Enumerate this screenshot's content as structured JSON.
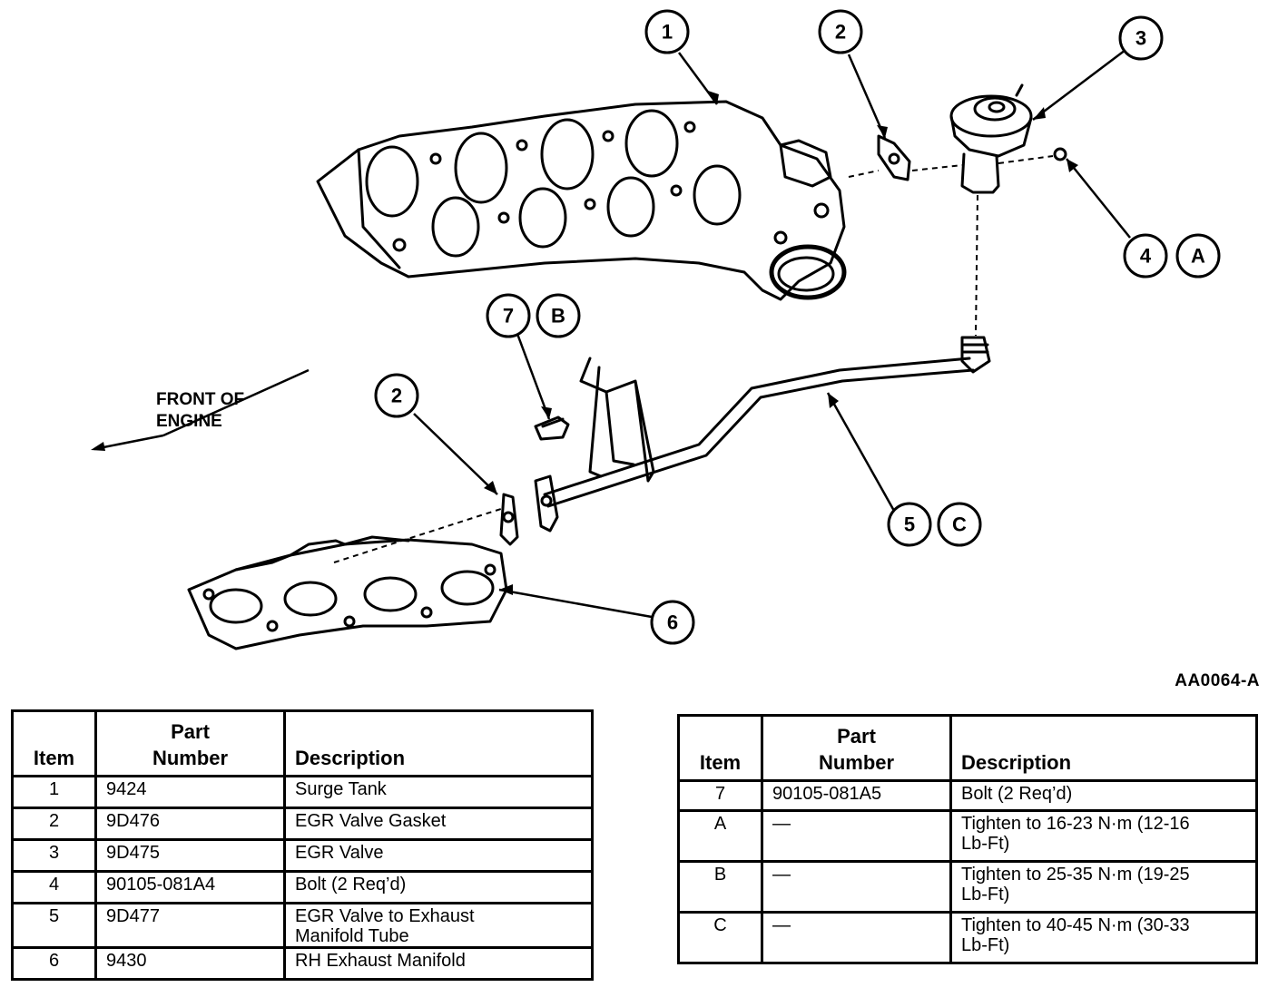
{
  "diagram": {
    "figure_code": "AA0064-A",
    "front_label_line1": "FRONT OF",
    "front_label_line2": "ENGINE",
    "callouts": {
      "c1": "1",
      "c2_top": "2",
      "c3": "3",
      "c4": "4",
      "cA": "A",
      "c7": "7",
      "cB": "B",
      "c2_bottom": "2",
      "c5": "5",
      "cC": "C",
      "c6": "6"
    }
  },
  "tables": {
    "headers": {
      "item": "Item",
      "part_number_l1": "Part",
      "part_number_l2": "Number",
      "description": "Description"
    },
    "left_rows": [
      {
        "item": "1",
        "part": "9424",
        "desc": "Surge Tank"
      },
      {
        "item": "2",
        "part": "9D476",
        "desc": "EGR Valve Gasket"
      },
      {
        "item": "3",
        "part": "9D475",
        "desc": "EGR Valve"
      },
      {
        "item": "4",
        "part": "90105-081A4",
        "desc": "Bolt (2 Req’d)"
      },
      {
        "item": "5",
        "part": "9D477",
        "desc": "EGR Valve to Exhaust",
        "desc2": "Manifold Tube"
      },
      {
        "item": "6",
        "part": "9430",
        "desc": "RH Exhaust Manifold"
      }
    ],
    "right_rows": [
      {
        "item": "7",
        "part": "90105-081A5",
        "desc": "Bolt (2 Req’d)"
      },
      {
        "item": "A",
        "part": "—",
        "desc": "Tighten to 16-23 N·m (12-16",
        "desc2": "Lb-Ft)"
      },
      {
        "item": "B",
        "part": "—",
        "desc": "Tighten to 25-35 N·m (19-25",
        "desc2": "Lb-Ft)"
      },
      {
        "item": "C",
        "part": "—",
        "desc": "Tighten to 40-45 N·m (30-33",
        "desc2": "Lb-Ft)"
      }
    ]
  }
}
